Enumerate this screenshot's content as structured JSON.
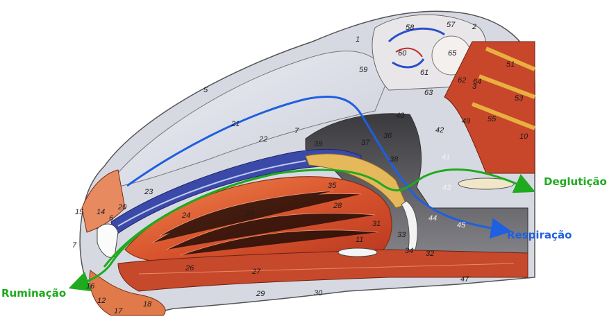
{
  "arrows": {
    "respiration": {
      "label": "Respiração",
      "color": "#1f5fe0"
    },
    "deglutition": {
      "label": "Deglutição",
      "color": "#1faa1f"
    },
    "rumination": {
      "label": "Ruminação",
      "color": "#1faa1f"
    }
  },
  "numbers": {
    "n1": "1",
    "n2": "2",
    "n3": "3",
    "n5": "5",
    "n6": "6",
    "n7": "7",
    "n7b": "7",
    "n10": "10",
    "n11": "11",
    "n12": "12",
    "n14": "14",
    "n15": "15",
    "n16": "16",
    "n17": "17",
    "n18": "18",
    "n20": "20",
    "n21": "21",
    "n22": "22",
    "n23": "23",
    "n24": "24",
    "n25": "25",
    "n26": "26",
    "n27": "27",
    "n28": "28",
    "n29": "29",
    "n30": "30",
    "n31": "31",
    "n32": "32",
    "n33": "33",
    "n34": "34",
    "n35": "35",
    "n36": "36",
    "n37": "37",
    "n38": "38",
    "n39": "39",
    "n40": "40",
    "n41": "41",
    "n42": "42",
    "n43": "43",
    "n44": "44",
    "n45": "45",
    "n47": "47",
    "n49": "49",
    "n51": "51",
    "n53": "53",
    "n55": "55",
    "n57": "57",
    "n58": "58",
    "n59": "59",
    "n60": "60",
    "n61": "61",
    "n62": "62",
    "n63": "63",
    "n64": "64",
    "n65": "65"
  }
}
